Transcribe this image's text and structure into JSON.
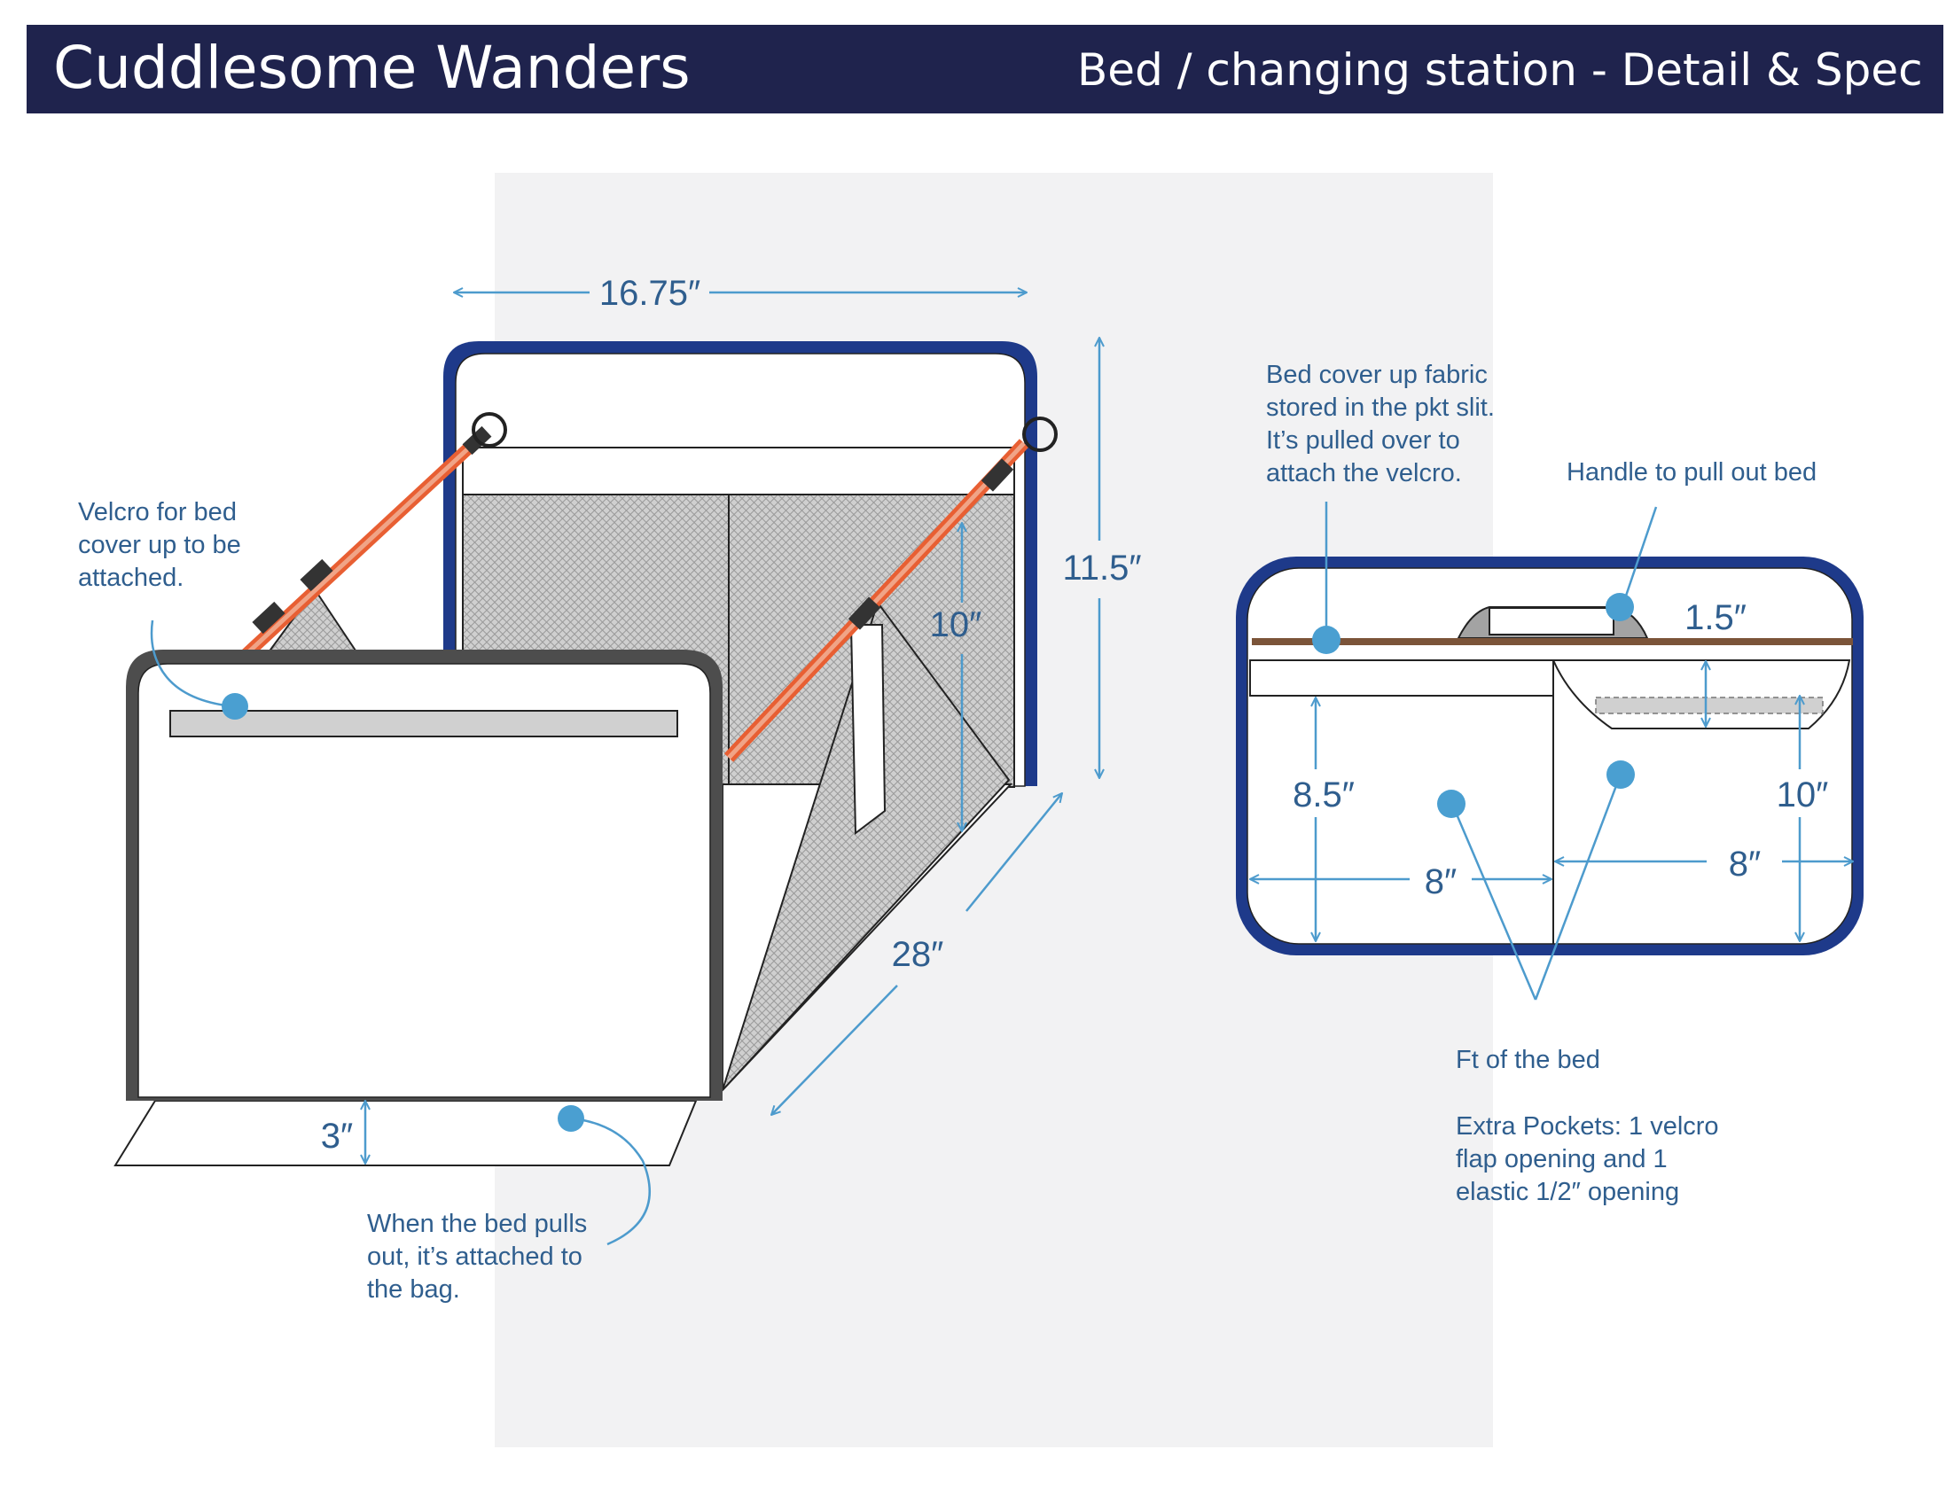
{
  "header": {
    "brand": "Cuddlesome Wanders",
    "subtitle": "Bed / changing station - Detail & Spec"
  },
  "colors": {
    "header_bg": "#1f234d",
    "navy_trim": "#1e3a8a",
    "dimension_blue": "#4d9bcd",
    "callout_dot": "#4a9fd1",
    "strap_orange": "#e85f33",
    "divider_brown": "#7b5439",
    "background_panel": "#f2f2f3"
  },
  "left_view": {
    "dimensions": {
      "width": "16.75″",
      "height": "11.5″",
      "inner_height": "10″",
      "depth": "28″",
      "base": "3″"
    },
    "notes": {
      "velcro": [
        "Velcro for bed",
        "cover up to be",
        "attached."
      ],
      "attach": [
        "When the bed pulls",
        "out, it’s attached to",
        "the bag."
      ]
    }
  },
  "right_view": {
    "dimensions": {
      "pocket_slit": "1.5″",
      "left_height": "8.5″",
      "right_height": "10″",
      "left_width": "8″",
      "right_width": "8″"
    },
    "notes": {
      "cover": [
        "Bed cover up fabric",
        "stored in the pkt slit.",
        "It’s pulled over to",
        "attach the velcro."
      ],
      "handle": "Handle to pull out bed",
      "feet": "Ft of the bed",
      "pockets": [
        "Extra Pockets: 1 velcro",
        "flap opening and 1",
        "elastic 1/2″ opening"
      ]
    }
  }
}
